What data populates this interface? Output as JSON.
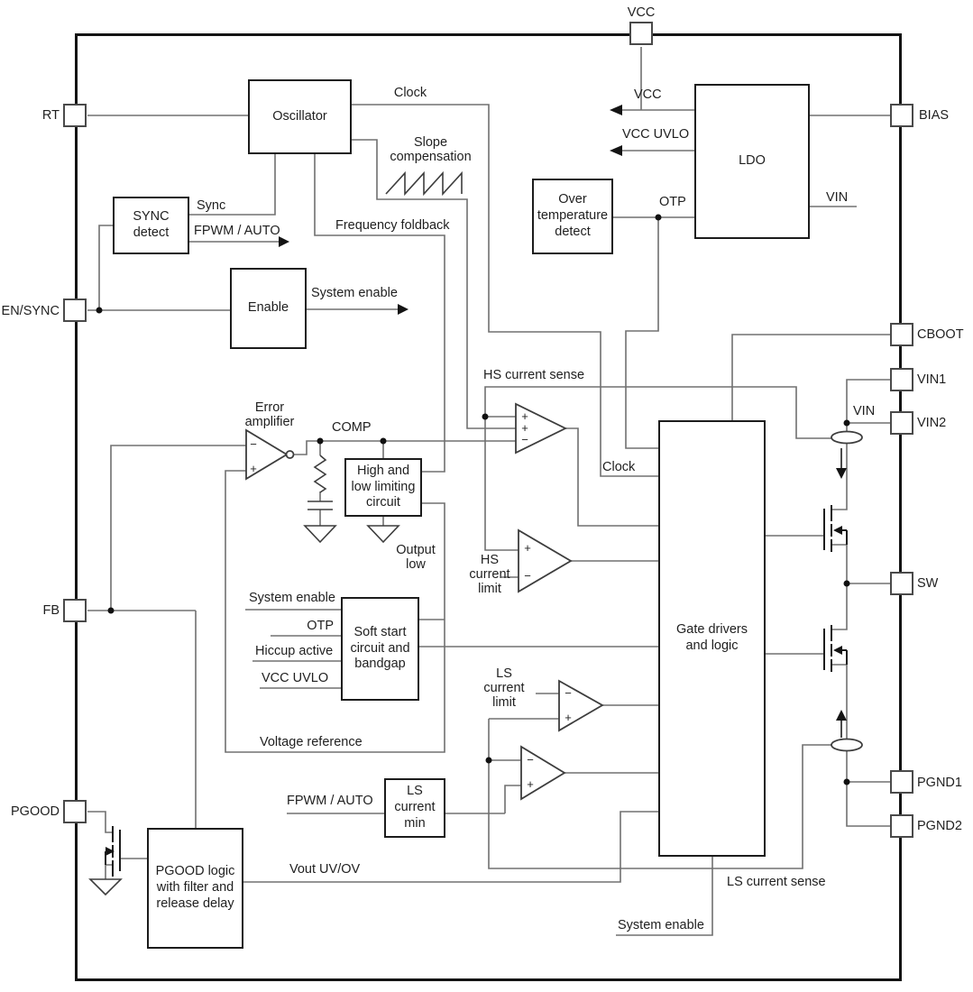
{
  "pins": {
    "vcc": "VCC",
    "rt": "RT",
    "en_sync": "EN/SYNC",
    "fb": "FB",
    "pgood": "PGOOD",
    "bias": "BIAS",
    "cboot": "CBOOT",
    "vin1": "VIN1",
    "vin2": "VIN2",
    "sw": "SW",
    "pgnd1": "PGND1",
    "pgnd2": "PGND2"
  },
  "blocks": {
    "oscillator": "Oscillator",
    "sync_detect": "SYNC\ndetect",
    "enable": "Enable",
    "over_temp": "Over\ntemperature\ndetect",
    "ldo": "LDO",
    "high_low": "High and\nlow limiting\ncircuit",
    "soft_start": "Soft start\ncircuit and\nbandgap",
    "ls_min": "LS\ncurrent\nmin",
    "pgood_logic": "PGOOD logic\nwith filter and\nrelease delay",
    "gate_drivers": "Gate drivers\nand logic"
  },
  "wire_labels": {
    "clock_top": "Clock",
    "clock_gate": "Clock",
    "slope_comp": "Slope\ncompensation",
    "sync": "Sync",
    "fpwm_auto_top": "FPWM / AUTO",
    "fpwm_auto_bottom": "FPWM / AUTO",
    "freq_foldback": "Frequency foldback",
    "system_enable_top": "System enable",
    "system_enable_mid": "System enable",
    "system_enable_bottom": "System enable",
    "vcc_arrow": "VCC",
    "vcc_uvlo": "VCC UVLO",
    "vcc_uvlo_ss": "VCC UVLO",
    "otp_top": "OTP",
    "otp_mid": "OTP",
    "vin_ldo": "VIN",
    "vin_sw": "VIN",
    "hs_current_sense": "HS current sense",
    "comp": "COMP",
    "error_amplifier": "Error\namplifier",
    "output_low": "Output\nlow",
    "hs_current_limit": "HS\ncurrent\nlimit",
    "ls_current_limit": "LS\ncurrent\nlimit",
    "hiccup_active": "Hiccup active",
    "voltage_reference": "Voltage reference",
    "vout_uvov": "Vout UV/OV",
    "ls_current_sense": "LS current sense"
  },
  "signs": {
    "plus": "+",
    "minus": "−"
  },
  "colors": {
    "wire": "#707070",
    "outline": "#1c1c1c",
    "text": "#1f1f1f",
    "background": "#ffffff"
  }
}
